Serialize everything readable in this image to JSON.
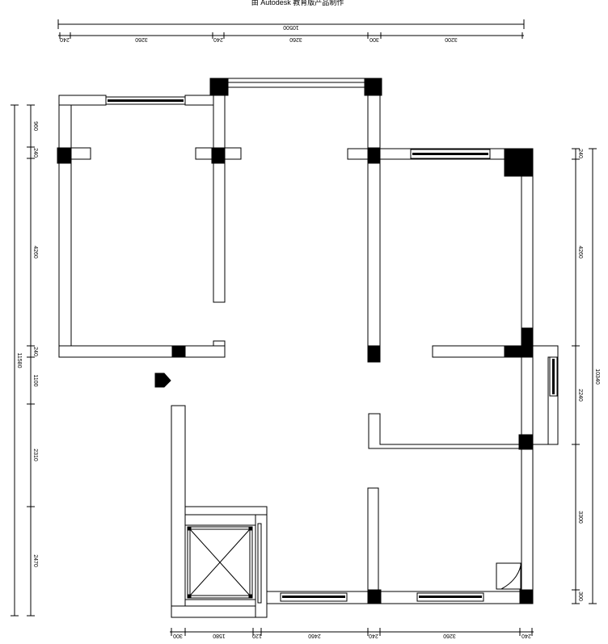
{
  "watermark": "由 Autodesk 教育版产品制作",
  "dimensions": {
    "top_total": "10500",
    "top_segments": [
      "240",
      "3260",
      "240",
      "3260",
      "300",
      "3200"
    ],
    "left_total": "11580",
    "left_segments": [
      "960",
      "240",
      "4260",
      "240",
      "1100",
      "2310",
      "2470"
    ],
    "right_total": "10340",
    "right_segments": [
      "240",
      "4260",
      "2240",
      "3300",
      "300"
    ],
    "bottom_segments": [
      "300",
      "1580",
      "120",
      "2460",
      "240",
      "3260",
      "240"
    ]
  },
  "colors": {
    "line": "#000000",
    "background": "#ffffff"
  }
}
